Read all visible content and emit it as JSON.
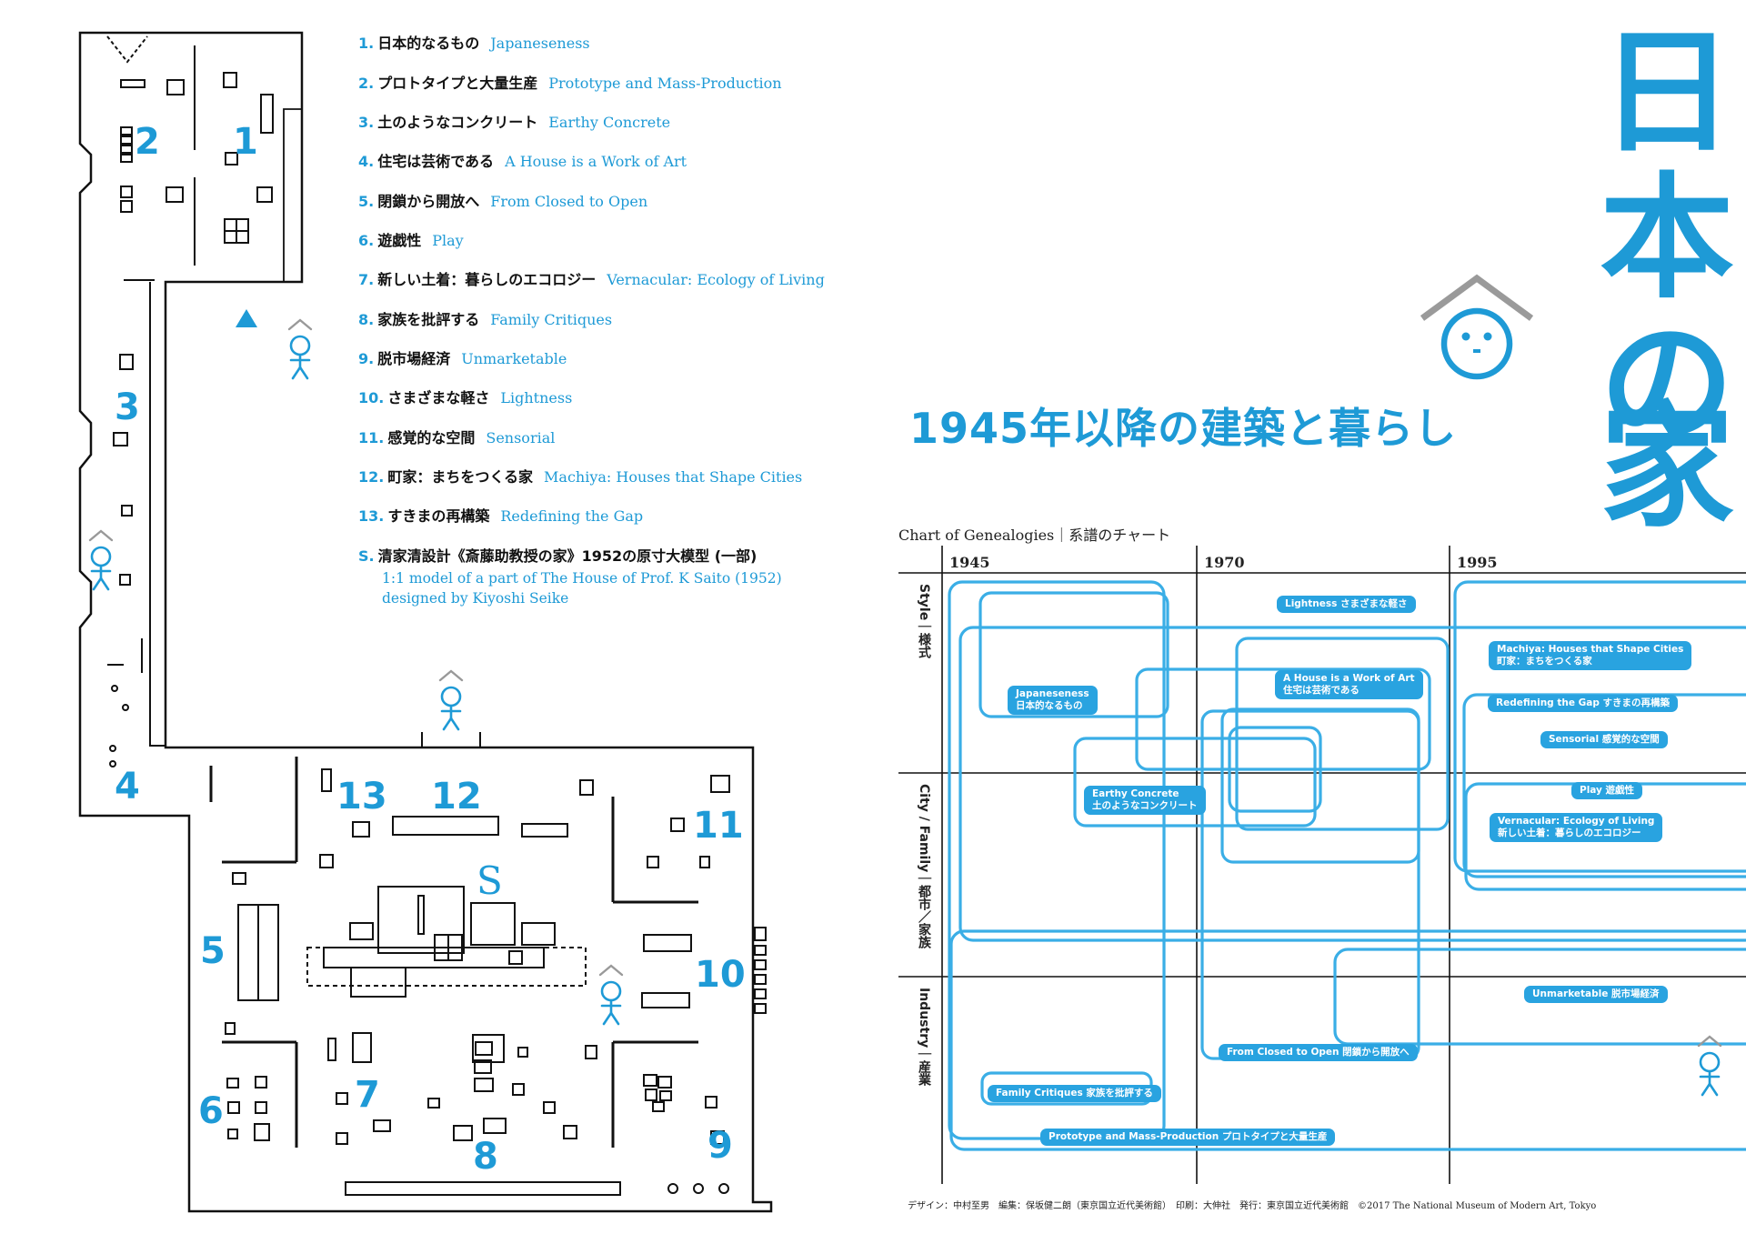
{
  "floor_plan": {
    "room_numbers": [
      "1",
      "2",
      "3",
      "4",
      "5",
      "6",
      "7",
      "8",
      "9",
      "10",
      "11",
      "12",
      "13"
    ],
    "room_s": "S"
  },
  "sections": [
    {
      "num": "1.",
      "jp": "日本的なるもの",
      "en": "Japaneseness"
    },
    {
      "num": "2.",
      "jp": "プロトタイプと大量生産",
      "en": "Prototype and Mass-Production"
    },
    {
      "num": "3.",
      "jp": "土のようなコンクリート",
      "en": "Earthy Concrete"
    },
    {
      "num": "4.",
      "jp": "住宅は芸術である",
      "en": "A House is a Work of Art"
    },
    {
      "num": "5.",
      "jp": "閉鎖から開放へ",
      "en": "From Closed to Open"
    },
    {
      "num": "6.",
      "jp": "遊戯性",
      "en": "Play"
    },
    {
      "num": "7.",
      "jp": "新しい土着：暮らしのエコロジー",
      "en": "Vernacular: Ecology of Living"
    },
    {
      "num": "8.",
      "jp": "家族を批評する",
      "en": "Family Critiques"
    },
    {
      "num": "9.",
      "jp": "脱市場経済",
      "en": "Unmarketable"
    },
    {
      "num": "10.",
      "jp": "さまざまな軽さ",
      "en": "Lightness"
    },
    {
      "num": "11.",
      "jp": "感覚的な空間",
      "en": "Sensorial"
    },
    {
      "num": "12.",
      "jp": "町家：まちをつくる家",
      "en": "Machiya: Houses that Shape Cities"
    },
    {
      "num": "13.",
      "jp": "すきまの再構築",
      "en": "Redefining the Gap"
    }
  ],
  "section_s": {
    "num": "S.",
    "jp": "清家清設計《斎藤助教授の家》1952の原寸大模型 (一部)",
    "en_line1": "1:1 model of a part of The House of Prof. K Saito (1952)",
    "en_line2": "designed by Kiyoshi Seike"
  },
  "title": {
    "chars": [
      "日",
      "本",
      "の",
      "家"
    ]
  },
  "subtitle": "1945年以降の建築と暮らし",
  "chart": {
    "heading": "Chart of Genealogies｜系譜のチャート",
    "years": [
      "1945",
      "1970",
      "1995"
    ],
    "rows": [
      "Style｜様式",
      "City / Family｜都市／家族",
      "Industry｜産業"
    ],
    "tags": [
      "Lightness さまざまな軽さ",
      "Machiya: Houses that Shape Cities",
      "町家：まちをつくる家",
      "Japaneseness",
      "日本的なるもの",
      "A House is a Work of Art",
      "住宅は芸術である",
      "Redefining the Gap すきまの再構築",
      "Sensorial 感覚的な空間",
      "Earthy Concrete",
      "土のようなコンクリート",
      "Play 遊戯性",
      "Vernacular: Ecology of Living",
      "新しい土着：暮らしのエコロジー",
      "Unmarketable 脱市場経済",
      "From Closed to Open 閉鎖から開放へ",
      "Family Critiques 家族を批評する",
      "Prototype and Mass-Production プロトタイプと大量生産"
    ]
  },
  "credits": "デザイン：中村至男　編集：保坂健二朗（東京国立近代美術館）　印刷：大伸社　発行：東京国立近代美術館　©2017 The National Museum of Modern Art, Tokyo",
  "colors": {
    "accent": "#1e9ad6",
    "chart_line": "#3aaee6",
    "ink": "#1a1a1a"
  }
}
